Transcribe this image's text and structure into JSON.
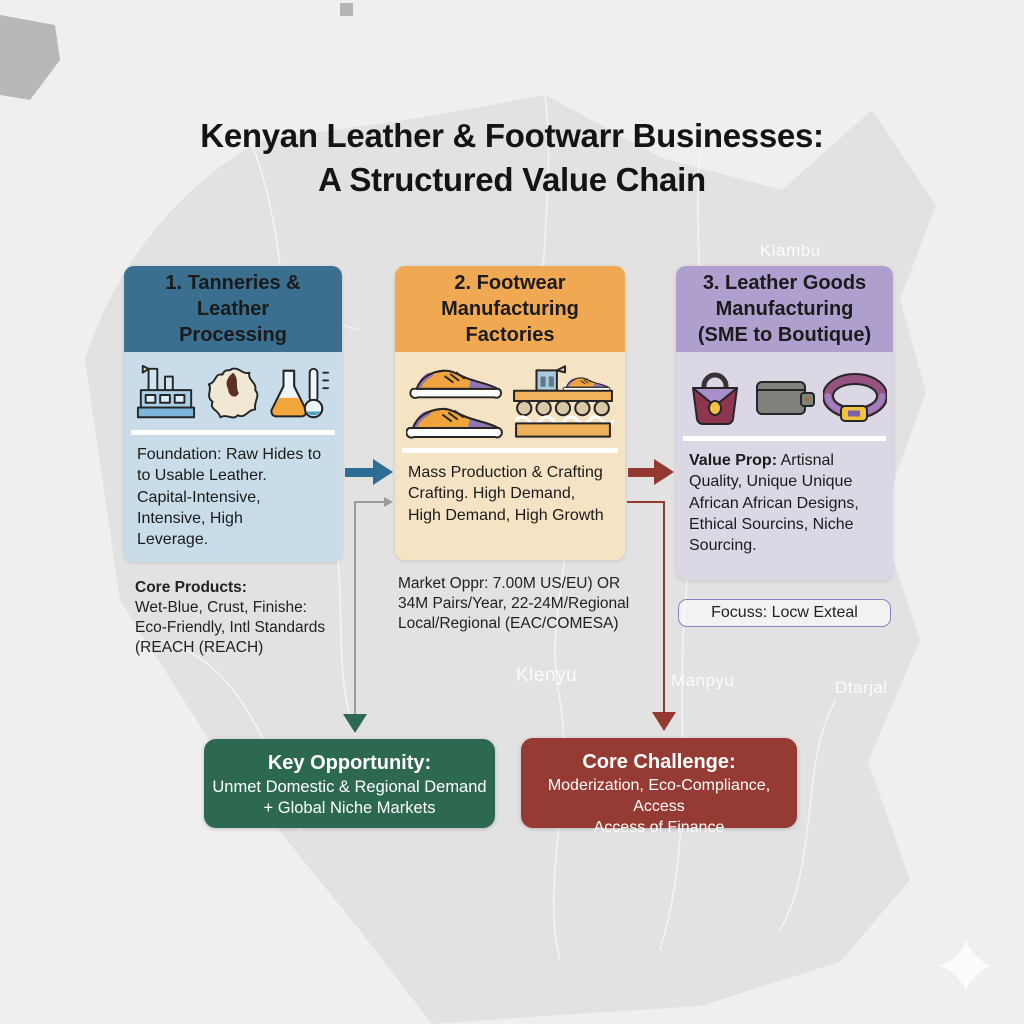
{
  "title": {
    "line1": "Kenyan Leather & Footwarr Businesses:",
    "line2": "A Structured Value Chain"
  },
  "stages": [
    {
      "header": "1. Tanneries &\nLeather\nProcessing",
      "icons": [
        "factory-icon",
        "leather-hide-icon",
        "flask-thermometer-icon"
      ],
      "body": "Foundation: Raw Hides to\nto Usable Leather.\nCapital-Intensive,\nIntensive, High\nLeverage.",
      "note_title": "Core Products:",
      "note_body": "Wet-Blue, Crust, Finishe:\nEco-Friendly, Intl Standards\n(REACH (REACH)"
    },
    {
      "header": "2. Footwear\nManufacturing\nFactories",
      "icons": [
        "sneakers-icon",
        "conveyor-belt-icon"
      ],
      "body": "Mass Production & Crafting\nCrafting. High Demand,\nHigh Demand, High Growth",
      "note_body": "Market Oppr: 7.00M US/EU) OR\n34M Pairs/Year, 22-24M/Regional\nLocal/Regional (EAC/COMESA)"
    },
    {
      "header": "3. Leather Goods\nManufacturing\n(SME to Boutique)",
      "icons": [
        "handbag-icon",
        "wallet-icon",
        "belt-icon"
      ],
      "body_bold": "Value Prop:",
      "body_rest": " Artisnal\nQuality, Unique Unique\nAfrican African Designs,\nEthical Sourcins, Niche\nSourcing.",
      "focus_label": "Focuss: Locw Exteal"
    }
  ],
  "bottom_boxes": [
    {
      "title": "Key Opportunity:",
      "body": "Unmet Domestic & Regional Demand\n+ Global Niche Markets"
    },
    {
      "title": "Core Challenge:",
      "body": "Moderization, Eco-Compliance, Access\nAccess of Finance"
    }
  ],
  "map_labels": [
    "Kiambu",
    "Klenyu",
    "Manpyu",
    "Dtarjal"
  ],
  "colors": {
    "background": "#efefef",
    "map_fill": "#e2e2e2",
    "stage1_header": "#3a6f90",
    "stage1_body": "#c9dce9",
    "stage2_header": "#f0a952",
    "stage2_body": "#f6e3c4",
    "stage3_header": "#ae9fce",
    "stage3_body": "#dcd7e4",
    "opportunity_bg": "#2d6950",
    "challenge_bg": "#953b33",
    "arrow_blue": "#2d6d94",
    "arrow_dark_red": "#93392f",
    "connector_gray": "#9c9c9c",
    "text_dark": "#1b1b1b"
  }
}
